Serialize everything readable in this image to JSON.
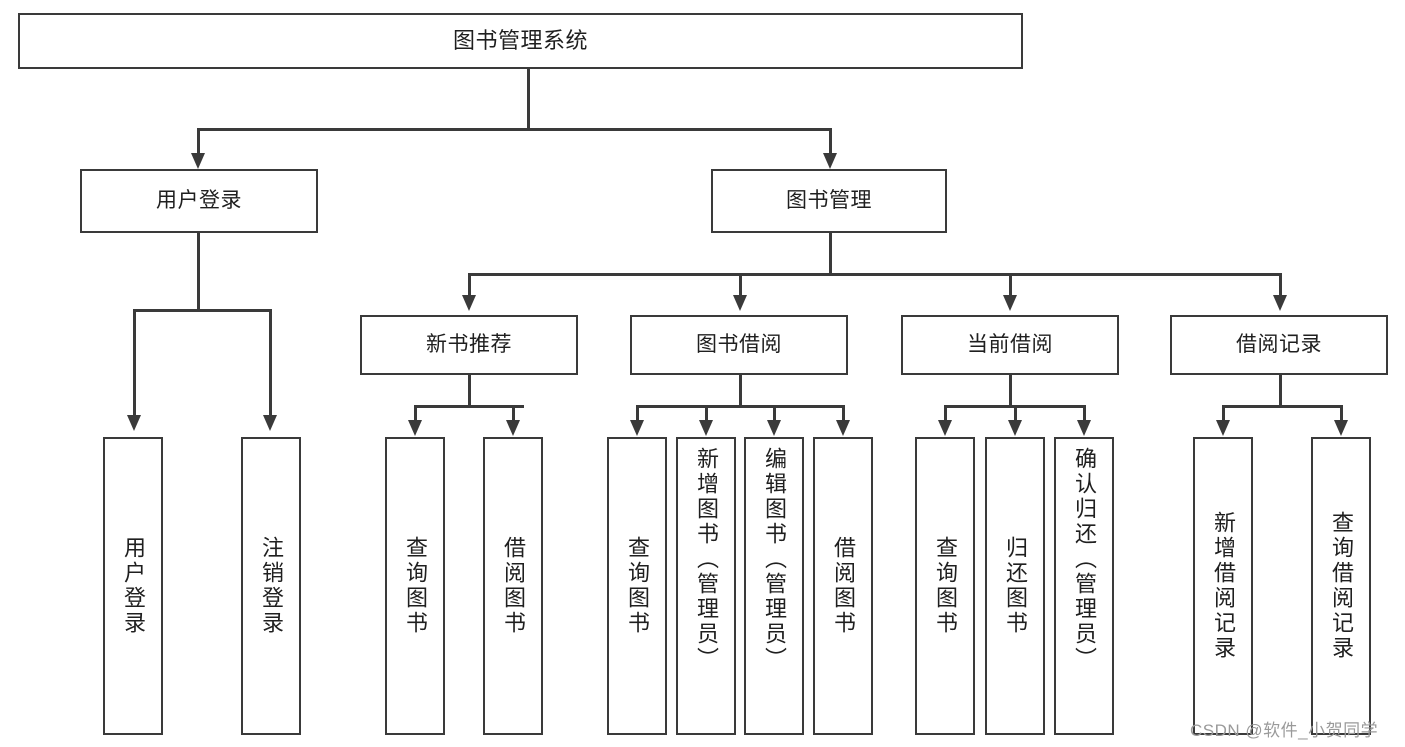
{
  "diagram": {
    "type": "tree",
    "title": "图书管理系统",
    "root": {
      "label": "图书管理系统"
    },
    "level2": [
      {
        "label": "用户登录"
      },
      {
        "label": "图书管理"
      }
    ],
    "level3": [
      {
        "label": "新书推荐"
      },
      {
        "label": "图书借阅"
      },
      {
        "label": "当前借阅"
      },
      {
        "label": "借阅记录"
      }
    ],
    "leaves": {
      "user_login": [
        {
          "label": "用户登录"
        },
        {
          "label": "注销登录"
        }
      ],
      "new_book_recommend": [
        {
          "label": "查询图书"
        },
        {
          "label": "借阅图书"
        }
      ],
      "book_borrow": [
        {
          "label": "查询图书"
        },
        {
          "label": "新增图书（管理员）"
        },
        {
          "label": "编辑图书（管理员）"
        },
        {
          "label": "借阅图书"
        }
      ],
      "current_borrow": [
        {
          "label": "查询图书"
        },
        {
          "label": "归还图书"
        },
        {
          "label": "确认归还（管理员）"
        }
      ],
      "borrow_record": [
        {
          "label": "新增借阅记录"
        },
        {
          "label": "查询借阅记录"
        }
      ]
    }
  },
  "watermark": {
    "text": "CSDN @软件_小贺同学"
  },
  "colors": {
    "stroke": "#3a3a3a",
    "text": "#1f1f1f",
    "background": "#ffffff",
    "watermark": "#9a9a9a"
  }
}
